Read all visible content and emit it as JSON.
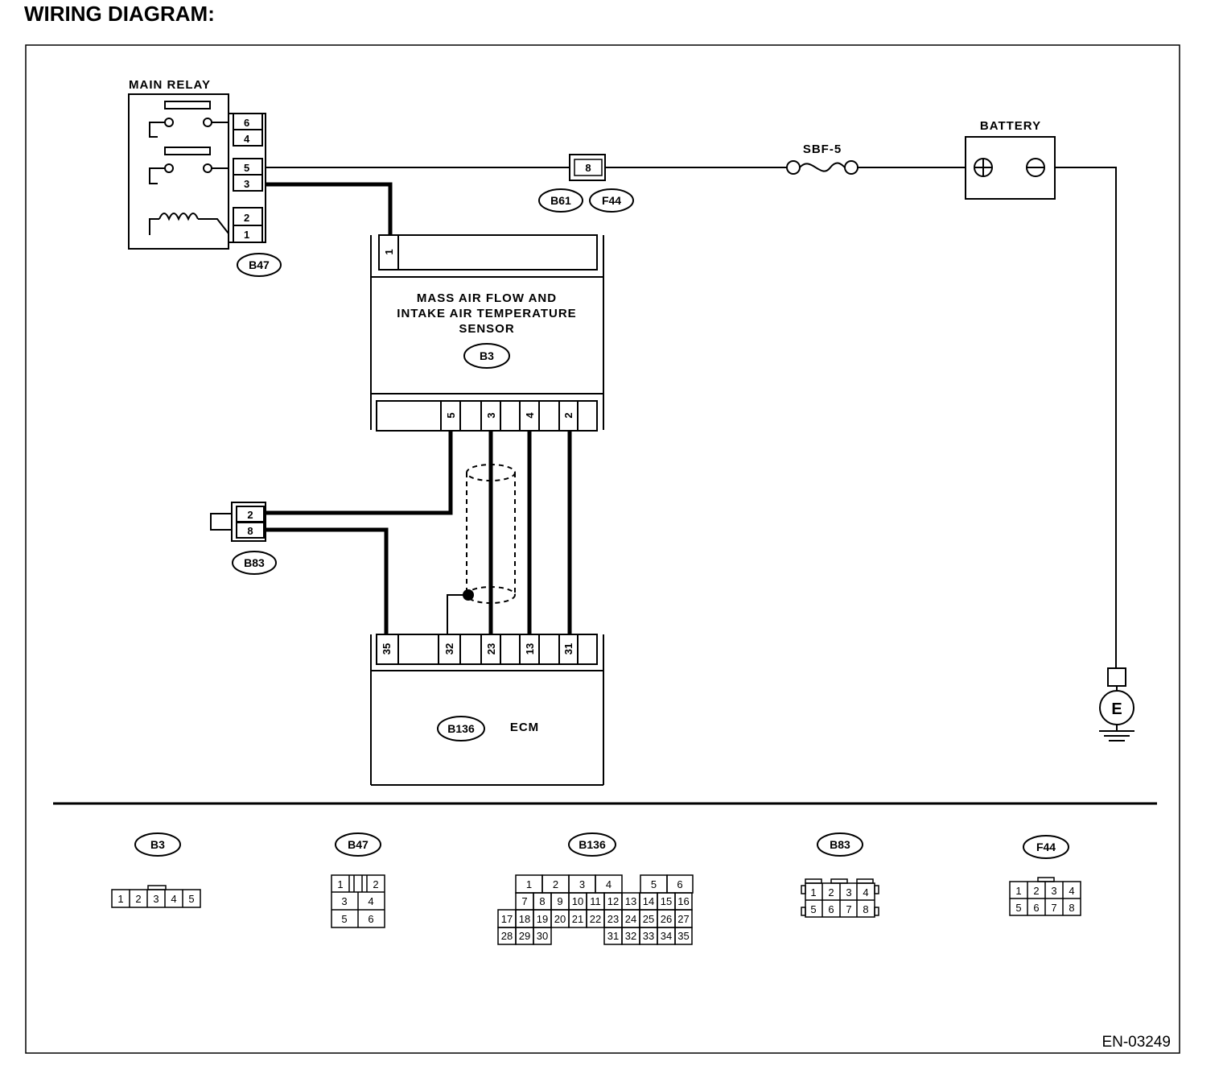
{
  "title": "WIRING DIAGRAM:",
  "figure_code": "EN-03249",
  "main_relay": {
    "label": "MAIN RELAY",
    "connector": "B47",
    "pins": [
      "6",
      "4",
      "5",
      "3",
      "2",
      "1"
    ]
  },
  "battery": {
    "label": "BATTERY"
  },
  "fuse": {
    "label": "SBF-5"
  },
  "joint_connector": {
    "pin": "8",
    "tags": [
      "B61",
      "F44"
    ]
  },
  "sensor": {
    "name_lines": [
      "MASS AIR FLOW AND",
      "INTAKE AIR TEMPERATURE",
      "SENSOR"
    ],
    "connector": "B3",
    "top_pin": "1",
    "bottom_pins": [
      "5",
      "3",
      "4",
      "2"
    ]
  },
  "b83": {
    "connector": "B83",
    "pins": [
      "2",
      "8"
    ]
  },
  "ecm": {
    "label": "ECM",
    "connector": "B136",
    "pins": [
      "35",
      "32",
      "23",
      "13",
      "31"
    ]
  },
  "ground": {
    "label": "E"
  },
  "legend": {
    "b3": {
      "tag": "B3",
      "rows": [
        [
          "1",
          "2",
          "3",
          "4",
          "5"
        ]
      ]
    },
    "b47": {
      "tag": "B47",
      "rows": [
        [
          "1",
          "2"
        ],
        [
          "3",
          "4"
        ],
        [
          "5",
          "6"
        ]
      ]
    },
    "b136": {
      "tag": "B136",
      "rows": [
        [
          "1",
          "2",
          "3",
          "4",
          "5",
          "6"
        ],
        [
          "7",
          "8",
          "9",
          "10",
          "11",
          "12",
          "13",
          "14",
          "15",
          "16"
        ],
        [
          "17",
          "18",
          "19",
          "20",
          "21",
          "22",
          "23",
          "24",
          "25",
          "26",
          "27"
        ],
        [
          "28",
          "29",
          "30",
          "31",
          "32",
          "33",
          "34",
          "35"
        ]
      ]
    },
    "b83": {
      "tag": "B83",
      "rows": [
        [
          "1",
          "2",
          "3",
          "4"
        ],
        [
          "5",
          "6",
          "7",
          "8"
        ]
      ]
    },
    "f44": {
      "tag": "F44",
      "rows": [
        [
          "1",
          "2",
          "3",
          "4"
        ],
        [
          "5",
          "6",
          "7",
          "8"
        ]
      ]
    }
  }
}
